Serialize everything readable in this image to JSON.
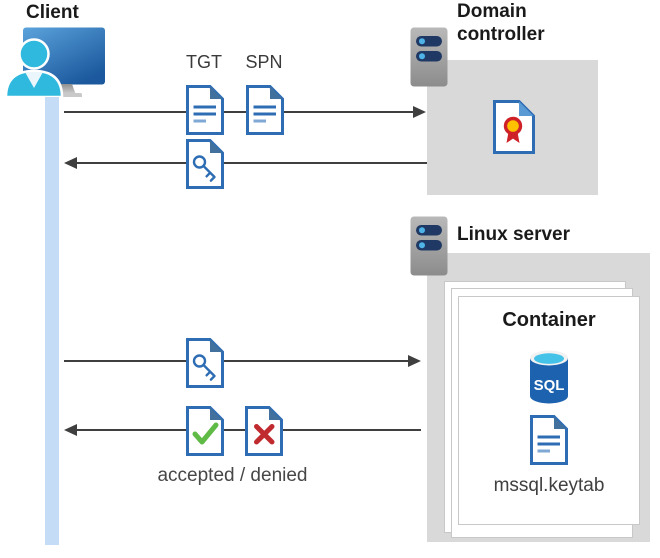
{
  "client": {
    "label": "Client"
  },
  "domain_controller": {
    "label": "Domain controller"
  },
  "linux_server": {
    "label": "Linux server"
  },
  "container": {
    "title": "Container",
    "sql_badge": "SQL",
    "keytab_filename": "mssql.keytab"
  },
  "flow": {
    "tgt_label": "TGT",
    "spn_label": "SPN",
    "result_label": "accepted / denied"
  },
  "icons": {
    "client": "person-at-computer-icon",
    "server": "server-icon",
    "ticket_document": "document-lines-icon",
    "key_ticket": "document-key-icon",
    "certificate": "document-certificate-icon",
    "accepted": "document-check-icon",
    "denied": "document-x-icon",
    "sql_database": "sql-database-cylinder-icon"
  },
  "colors": {
    "doc_blue": "#2e6db4",
    "doc_fold_blue": "#41719c",
    "doc_light_line": "#7fa8d4",
    "lifeline_blue": "#c4dcf6",
    "box_gray": "#d9d9d9",
    "arrow_gray": "#3f3f3f",
    "check_green": "#5fbb46",
    "cross_red": "#c02b30",
    "sql_body_blue": "#1d62ae",
    "sql_top_cyan": "#45c2e8",
    "cert_yellow": "#ffc000",
    "cert_red": "#cf2128",
    "person_cyan": "#2fb9de",
    "server_bar_navy": "#1f3864",
    "server_dot_blue": "#4fb3e8"
  }
}
